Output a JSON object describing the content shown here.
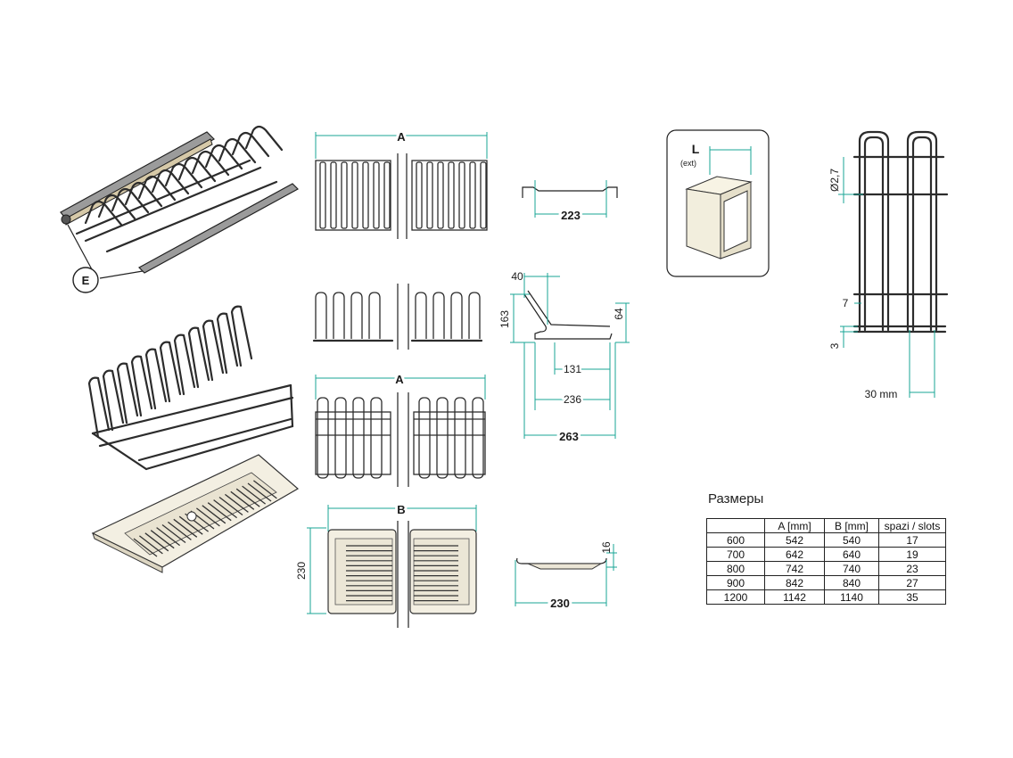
{
  "labels": {
    "e_marker": "E",
    "dim_a_top": "A",
    "dim_a_mid": "A",
    "dim_b": "B",
    "dim_230_vert": "230",
    "dim_223": "223",
    "dim_40": "40",
    "dim_163": "163",
    "dim_64": "64",
    "dim_131": "131",
    "dim_236": "236",
    "dim_263": "263",
    "dim_16": "16",
    "dim_230_horiz": "230",
    "box_l": "L",
    "box_ext": "(ext)",
    "dim_diam": "Ø2,7",
    "dim_7": "7",
    "dim_3": "3",
    "dim_30mm": "30 mm"
  },
  "table": {
    "title": "Размеры",
    "headers": [
      "",
      "A [mm]",
      "B [mm]",
      "spazi / slots"
    ],
    "rows": [
      [
        "600",
        "542",
        "540",
        "17"
      ],
      [
        "700",
        "642",
        "640",
        "19"
      ],
      [
        "800",
        "742",
        "740",
        "23"
      ],
      [
        "900",
        "842",
        "840",
        "27"
      ],
      [
        "1200",
        "1142",
        "1140",
        "35"
      ]
    ]
  },
  "colors": {
    "dimension": "#18a596",
    "wire": "#2c2c2c",
    "tray": "#f3efe2",
    "rail": "#9b9b9b"
  }
}
